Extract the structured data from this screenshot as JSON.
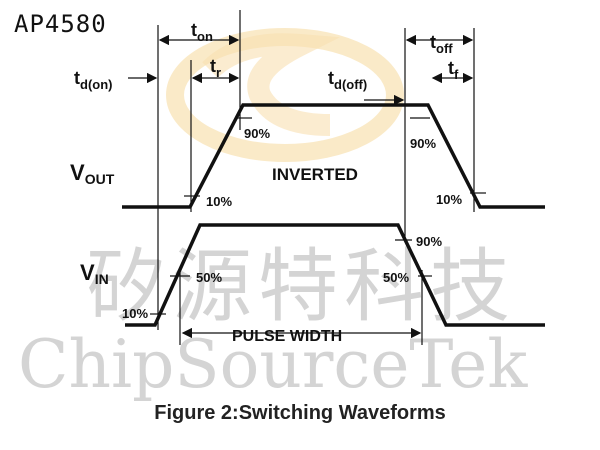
{
  "part_number": "AP4580",
  "caption": "Figure 2:Switching Waveforms",
  "watermark": {
    "chinese": "矽源特科技",
    "english": "ChipSourceTek"
  },
  "signals": {
    "vout_main": "V",
    "vout_sub": "OUT",
    "vin_main": "V",
    "vin_sub": "IN",
    "inverted": "INVERTED"
  },
  "timing": {
    "t_on_main": "t",
    "t_on_sub": "on",
    "t_r_main": "t",
    "t_r_sub": "r",
    "t_d_on_main": "t",
    "t_d_on_sub": "d(on)",
    "t_d_off_main": "t",
    "t_d_off_sub": "d(off)",
    "t_off_main": "t",
    "t_off_sub": "off",
    "t_f_main": "t",
    "t_f_sub": "f"
  },
  "levels": {
    "vout_90_left": "90%",
    "vout_10_left": "10%",
    "vout_90_right": "90%",
    "vout_10_right": "10%",
    "vin_50_left": "50%",
    "vin_10_left": "10%",
    "vin_90_right": "90%",
    "vin_50_right": "50%"
  },
  "pulse_width": "PULSE WIDTH",
  "colors": {
    "line": "#111111",
    "logo": "#f3c56a",
    "watermark": "#a8a8a8"
  }
}
